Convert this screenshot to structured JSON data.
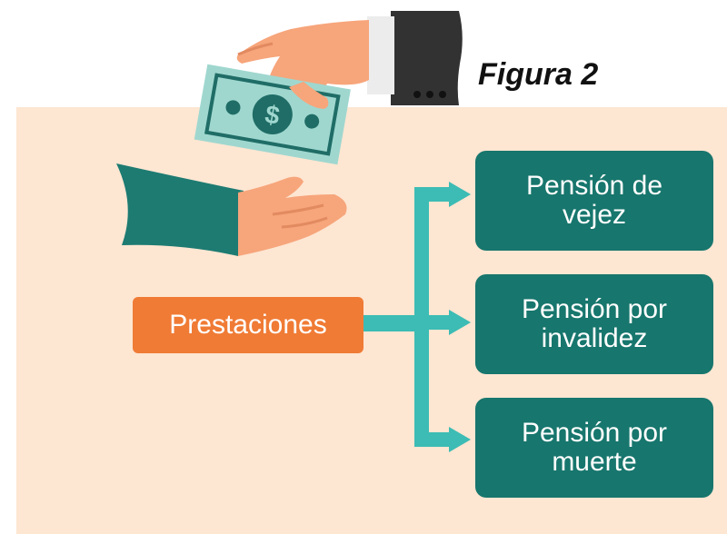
{
  "figure_label": "Figura 2",
  "diagram": {
    "source": {
      "label": "Prestaciones"
    },
    "targets": [
      {
        "line1": "Pensión de",
        "line2": "vejez"
      },
      {
        "line1": "Pensión por",
        "line2": "invalidez"
      },
      {
        "line1": "Pensión por",
        "line2": "muerte"
      }
    ]
  },
  "illustration": {
    "icon": "hand-giving-money-icon",
    "currency_symbol": "$",
    "colors": {
      "background": "#fde6d2",
      "source_box": "#f07b35",
      "target_box": "#17766d",
      "connector": "#3cbcb4"
    }
  }
}
